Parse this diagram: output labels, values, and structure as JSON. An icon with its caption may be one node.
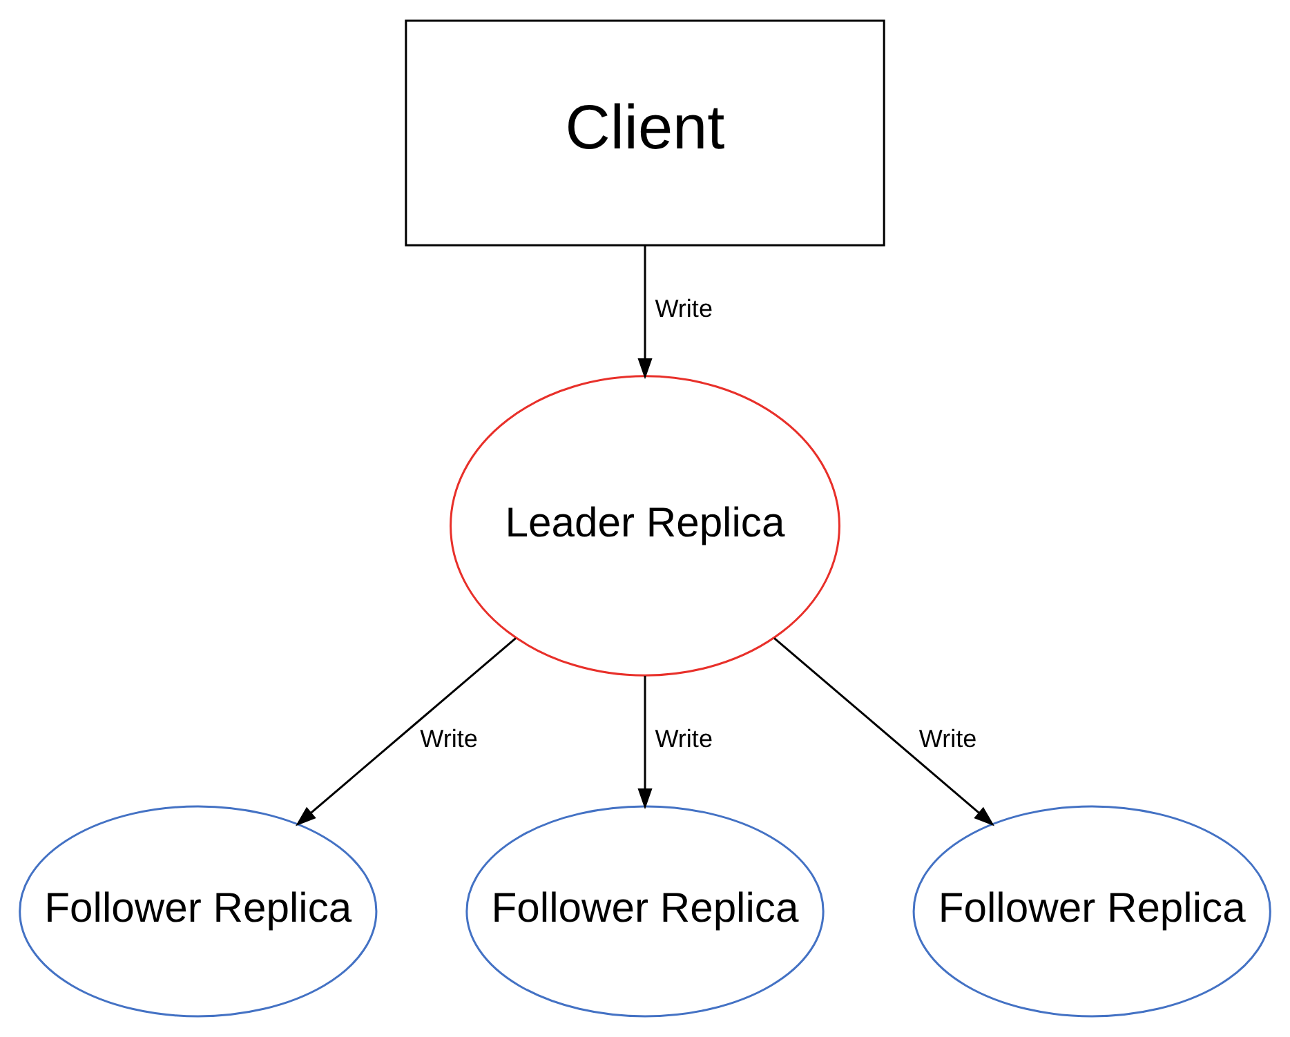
{
  "diagram": {
    "nodes": [
      {
        "text": [
          "Client"
        ]
      },
      {
        "text": [
          "Leader Replica"
        ]
      },
      {
        "text": [
          "Follower Replica"
        ]
      },
      {
        "text": [
          "Follower Replica"
        ]
      },
      {
        "text": [
          "Follower Replica"
        ]
      }
    ],
    "edges": [
      {
        "from": 0,
        "to": 1,
        "arrow": "to",
        "label": "Write"
      },
      {
        "from": 1,
        "to": 2,
        "arrow": "to",
        "label": "Write"
      },
      {
        "from": 1,
        "to": 3,
        "arrow": "to",
        "label": "Write"
      },
      {
        "from": 1,
        "to": 4,
        "arrow": "to",
        "label": "Write"
      }
    ]
  }
}
